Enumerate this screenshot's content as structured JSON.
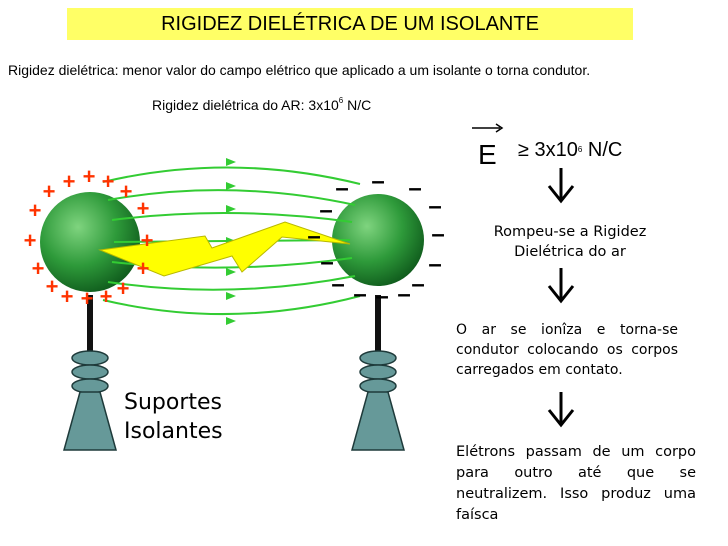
{
  "slide": {
    "title": "RIGIDEZ DIELÉTRICA DE UM ISOLANTE",
    "definition": "Rigidez dielétrica: menor valor do campo elétrico que aplicado a um isolante o torna condutor.",
    "air_label": "Rigidez dielétrica do AR: 3x10",
    "air_exponent": "6",
    "air_unit": " N/C",
    "field_symbol": "E",
    "field_condition": "≥ 3x10",
    "field_exponent": "6",
    "field_unit": " N/C",
    "step1": "Rompeu-se a Rigidez Dielétrica do ar",
    "step2": "O ar se ionîza e torna-se condutor colocando os corpos carregados em contato.",
    "step3": "Elétrons passam de um corpo para outro até que se neutralizem. Isso produz uma faísca",
    "supports_line1": "Suportes",
    "supports_line2": "Isolantes",
    "positive_sign": "+",
    "negative_sign": "–"
  },
  "colors": {
    "title_bg": "#ffff66",
    "sphere": "#2e9a3a",
    "field_line": "#33cc33",
    "spark": "#ffff00",
    "positive": "#ff3300",
    "support": "#669999"
  }
}
